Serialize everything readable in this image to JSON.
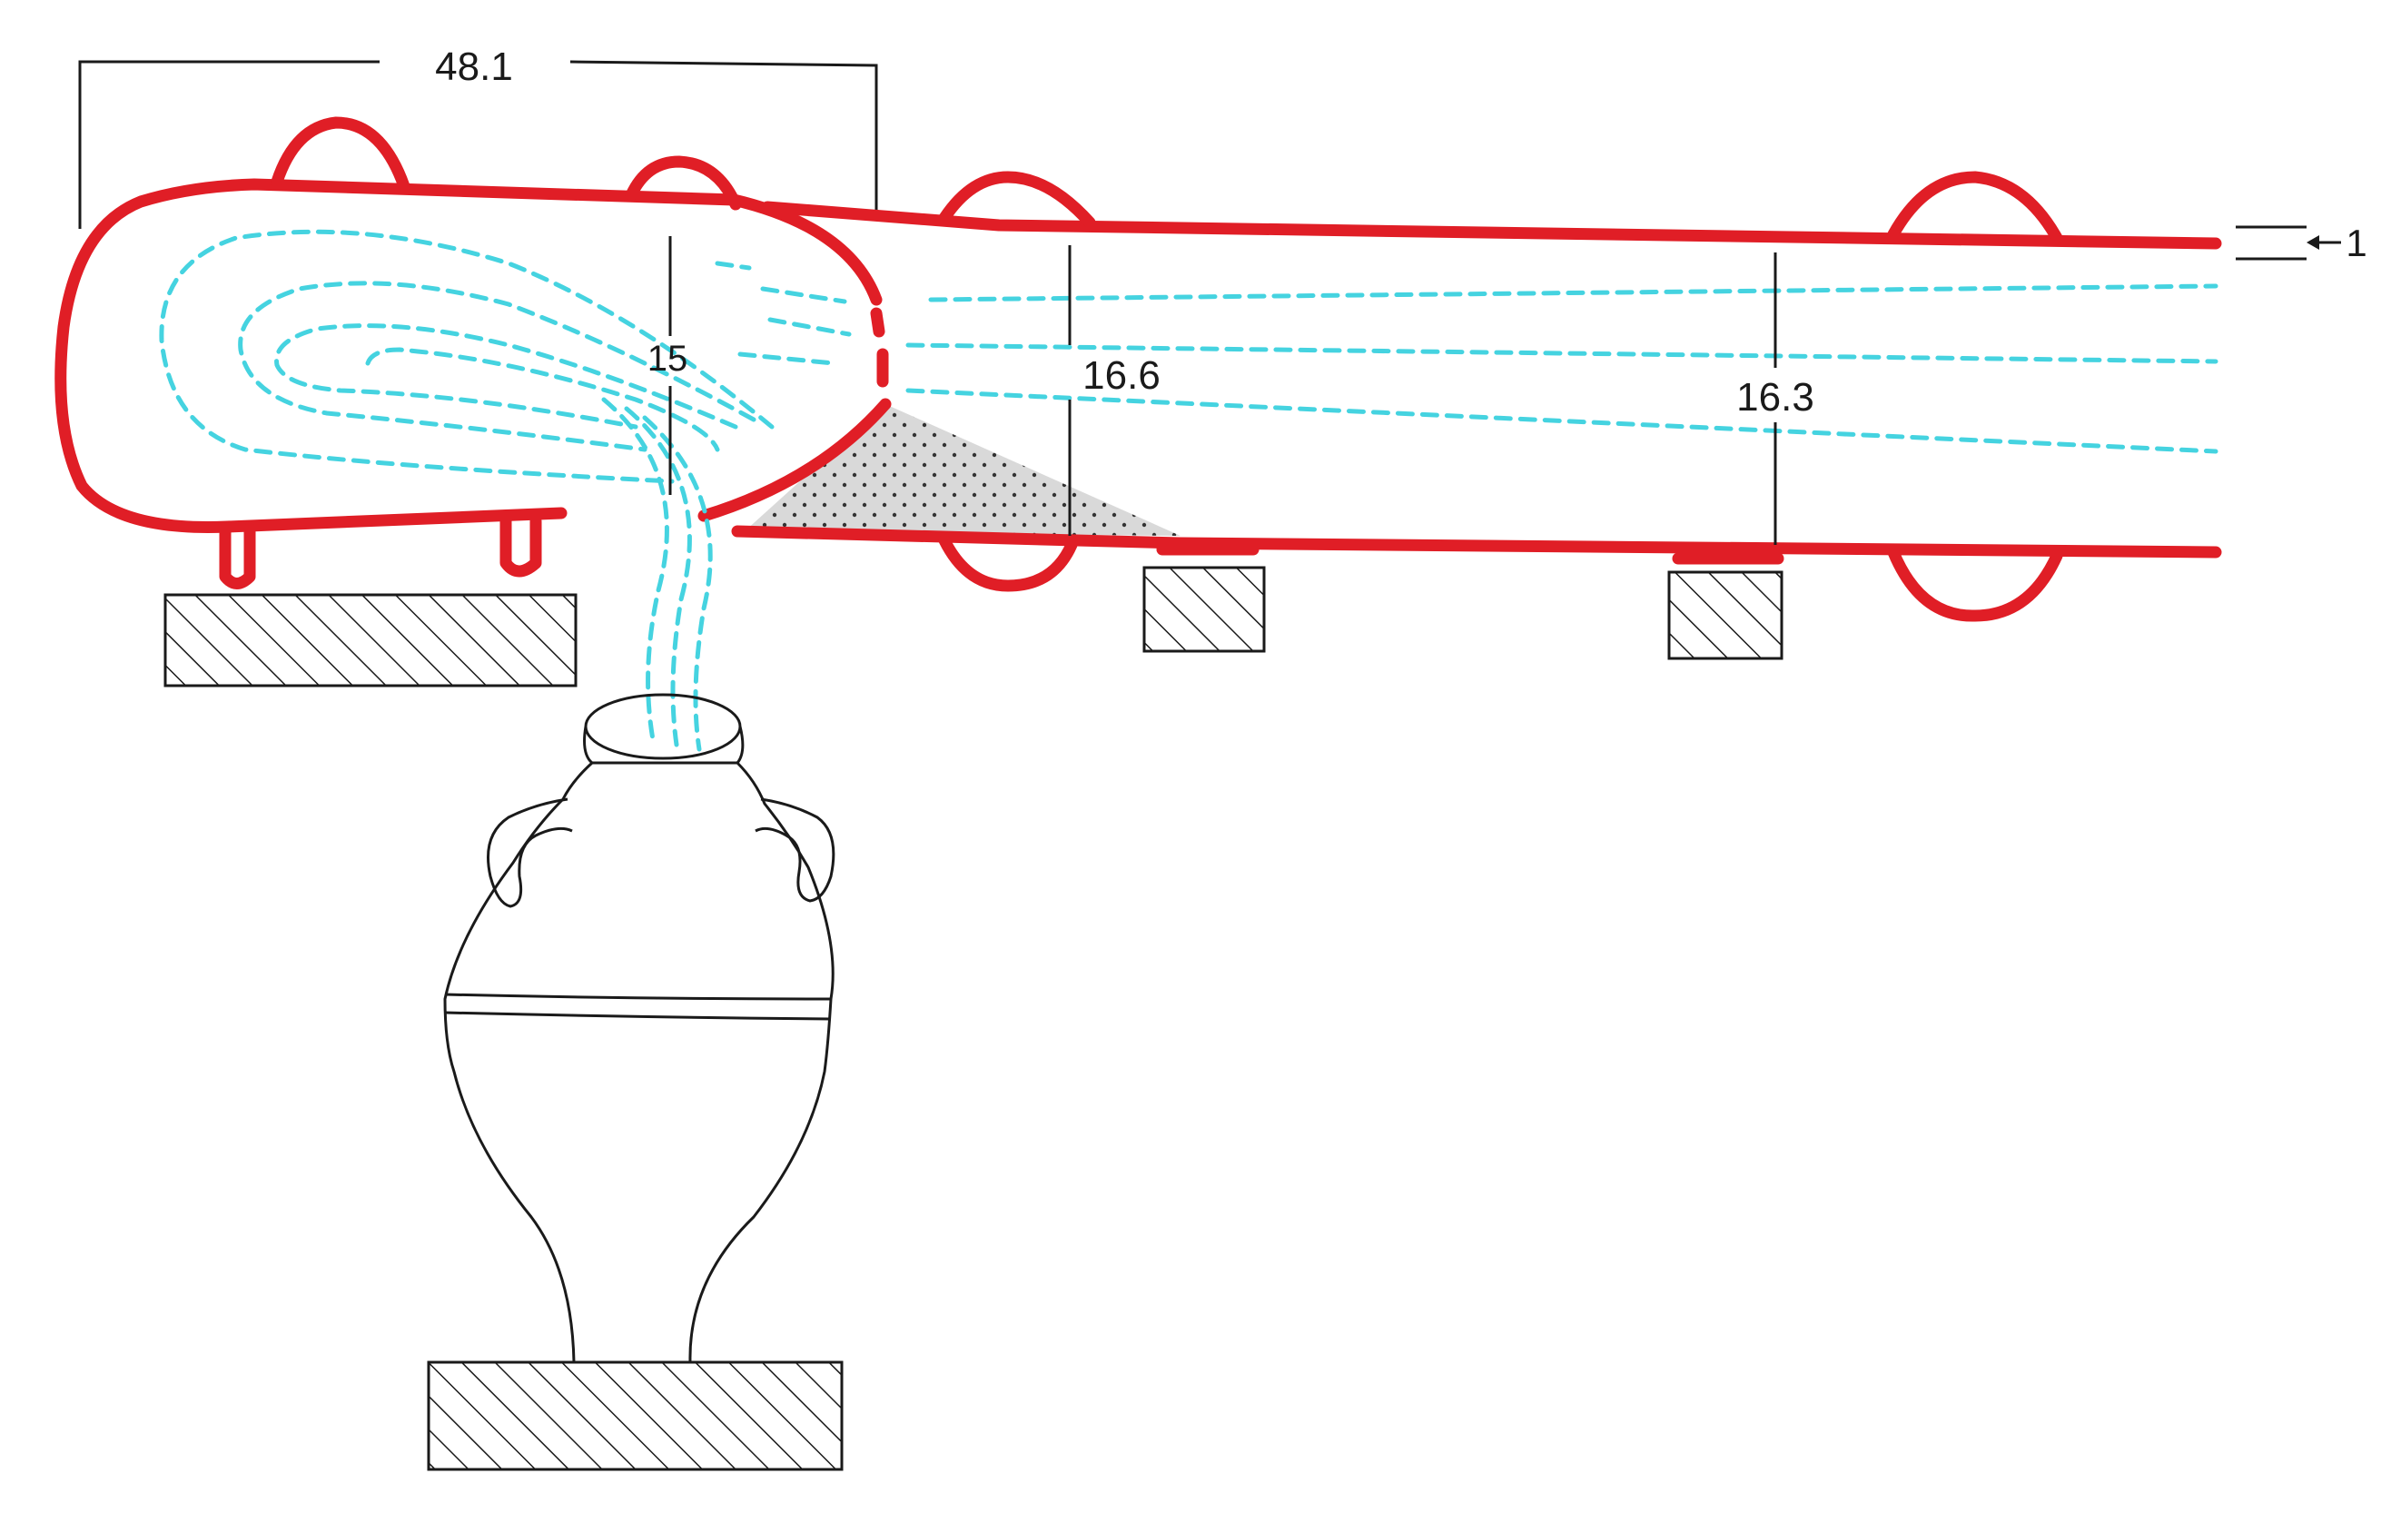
{
  "dimensions": {
    "total_length": "48.1",
    "head_height": "15",
    "pipe_height_1": "16.6",
    "pipe_height_2": "16.3",
    "wall_label": "1"
  },
  "colors": {
    "conduit": "#e01e26",
    "flow": "#45d3e0",
    "ink": "#1a1a1a",
    "deposit": "#d9d9d9"
  }
}
